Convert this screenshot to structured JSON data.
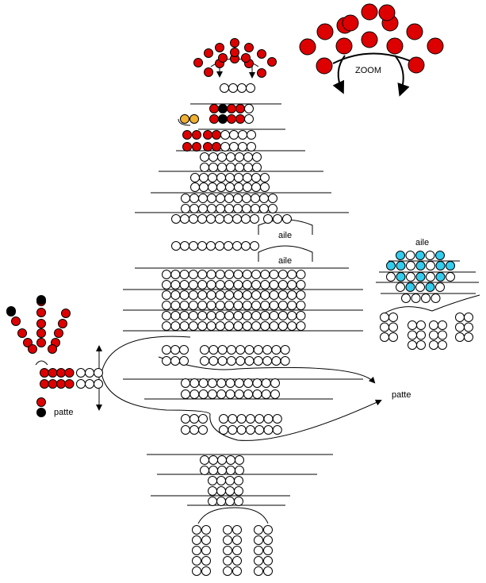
{
  "labels": {
    "zoom": "ZOOM",
    "wing_top": "aile",
    "wing_bottom": "aile",
    "wing_detail": "aile",
    "foot_left": "patte",
    "foot_right": "patte"
  },
  "colors": {
    "outline": "#000000",
    "bead_plain": "#ffffff",
    "bead_red": "#dd0000",
    "bead_black": "#000000",
    "bead_yellow": "#f0b030",
    "bead_cyan": "#33ccee"
  }
}
